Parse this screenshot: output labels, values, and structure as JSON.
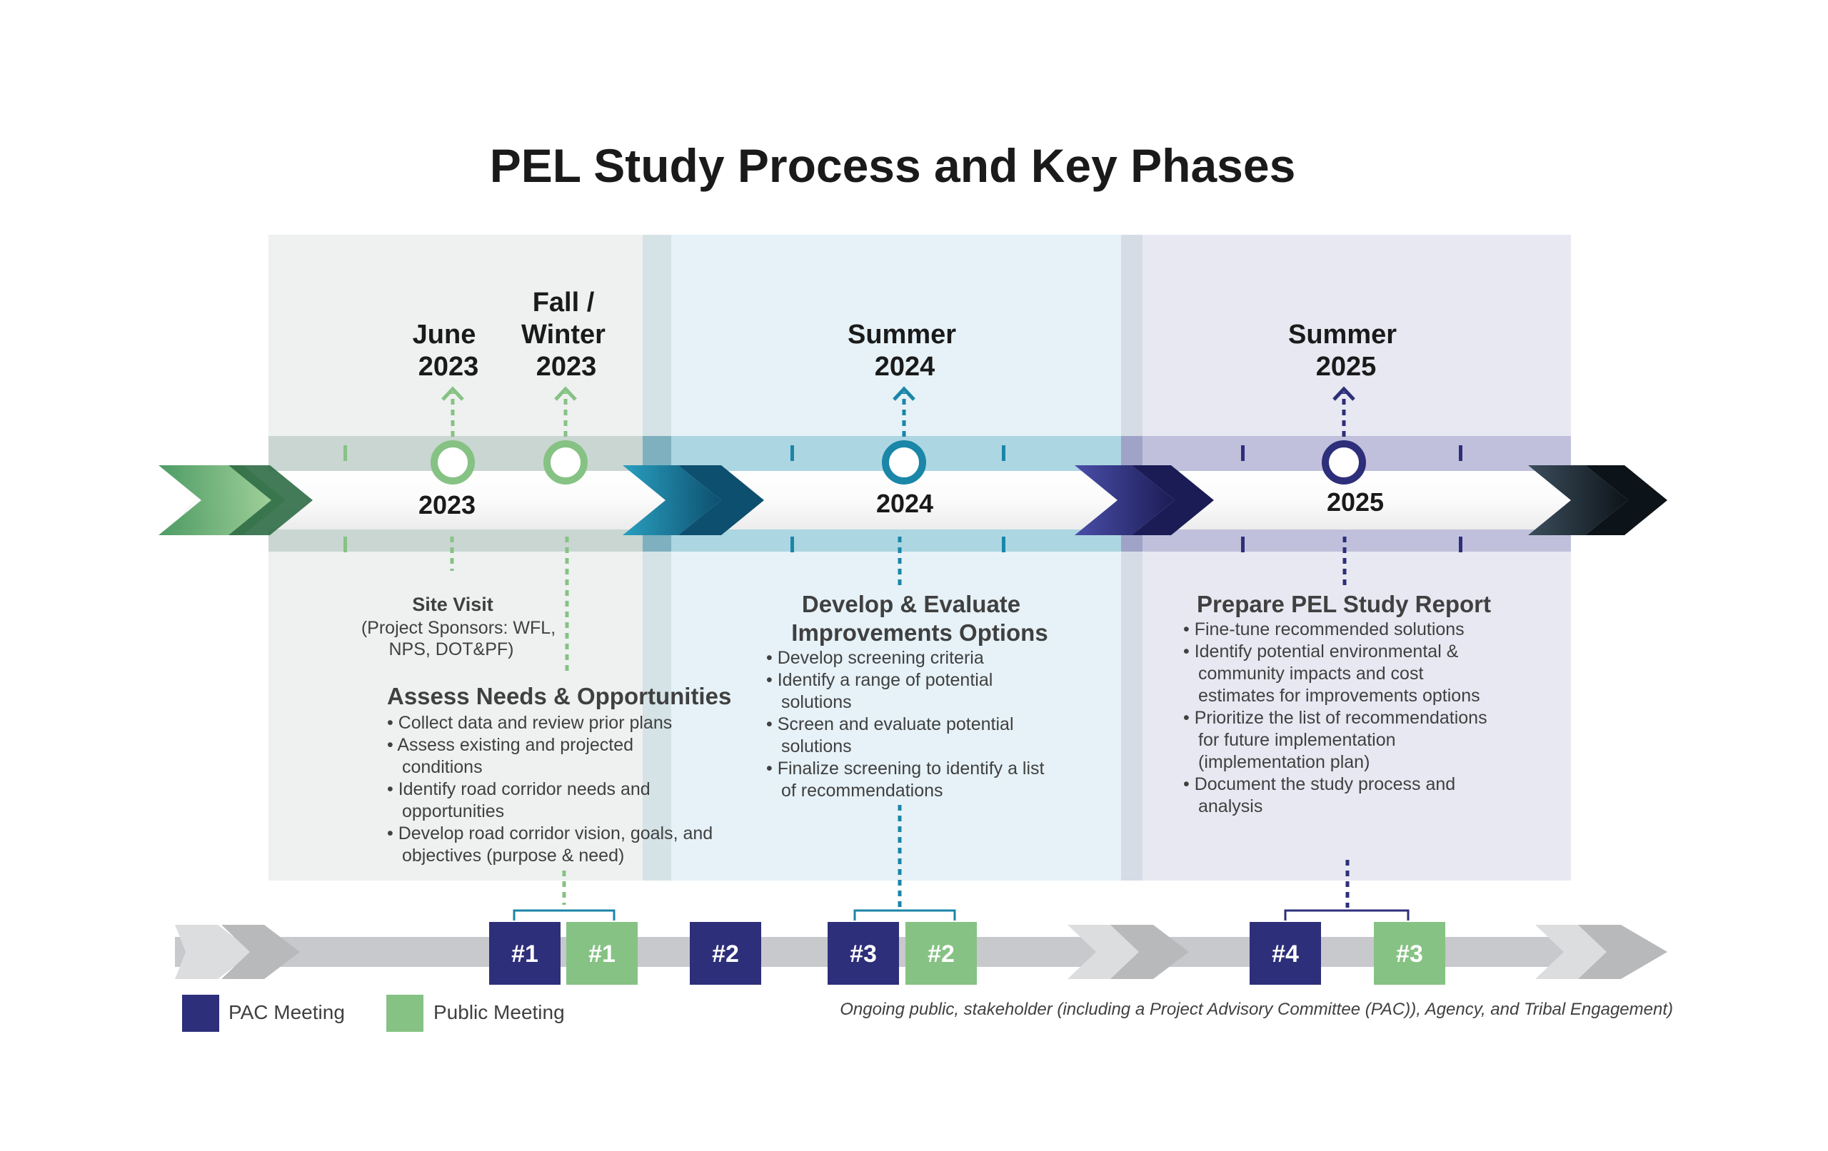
{
  "title": "PEL Study Process and Key Phases",
  "colors": {
    "green": "#86c284",
    "teal": "#1a86a8",
    "navy": "#2e2f7a",
    "dark": "#1d2a36",
    "gray": "#c7c9cc",
    "panel1": "#eef1f0",
    "panel2": "#e6f2f7",
    "panel3": "#e8e8f2",
    "text": "#404040",
    "heading": "#1a1a1a"
  },
  "years": [
    "2023",
    "2024",
    "2025"
  ],
  "milestones": [
    {
      "lines": [
        "June",
        "2023"
      ],
      "color": "green"
    },
    {
      "lines": [
        "Fall /",
        "Winter",
        "2023"
      ],
      "color": "green"
    },
    {
      "lines": [
        "Summer",
        "2024"
      ],
      "color": "teal"
    },
    {
      "lines": [
        "Summer",
        "2025"
      ],
      "color": "navy"
    }
  ],
  "site_visit": {
    "title": "Site Visit",
    "lines": [
      "(Project Sponsors: WFL,",
      "NPS, DOT&PF)"
    ]
  },
  "phases": [
    {
      "title_lines": [
        "Assess Needs & Opportunities"
      ],
      "bullets": [
        [
          "• Collect data and review prior plans"
        ],
        [
          "• Assess existing and projected",
          "conditions"
        ],
        [
          "• Identify road corridor needs and",
          "opportunities"
        ],
        [
          "• Develop road corridor vision, goals, and",
          "objectives (purpose & need)"
        ]
      ]
    },
    {
      "title_lines": [
        "Develop & Evaluate",
        "Improvements Options"
      ],
      "bullets": [
        [
          "• Develop screening criteria"
        ],
        [
          "• Identify a range of potential",
          "solutions"
        ],
        [
          "• Screen and evaluate potential",
          "solutions"
        ],
        [
          "• Finalize screening to identify a list",
          "of recommendations"
        ]
      ]
    },
    {
      "title_lines": [
        "Prepare PEL Study Report"
      ],
      "bullets": [
        [
          "• Fine-tune recommended solutions"
        ],
        [
          "• Identify potential environmental &",
          "community impacts and cost",
          "estimates for improvements options"
        ],
        [
          "• Prioritize the list of recommendations",
          "for future implementation",
          "(implementation plan)"
        ],
        [
          "• Document the study process and",
          "analysis"
        ]
      ]
    }
  ],
  "meetings": [
    {
      "label": "#1",
      "type": "pac"
    },
    {
      "label": "#1",
      "type": "public"
    },
    {
      "label": "#2",
      "type": "pac"
    },
    {
      "label": "#3",
      "type": "pac"
    },
    {
      "label": "#2",
      "type": "public"
    },
    {
      "label": "#4",
      "type": "pac"
    },
    {
      "label": "#3",
      "type": "public"
    }
  ],
  "legend": {
    "pac": "PAC Meeting",
    "public": "Public Meeting"
  },
  "engagement_note": "Ongoing public, stakeholder (including a Project Advisory Committee (PAC)), Agency, and Tribal Engagement)"
}
